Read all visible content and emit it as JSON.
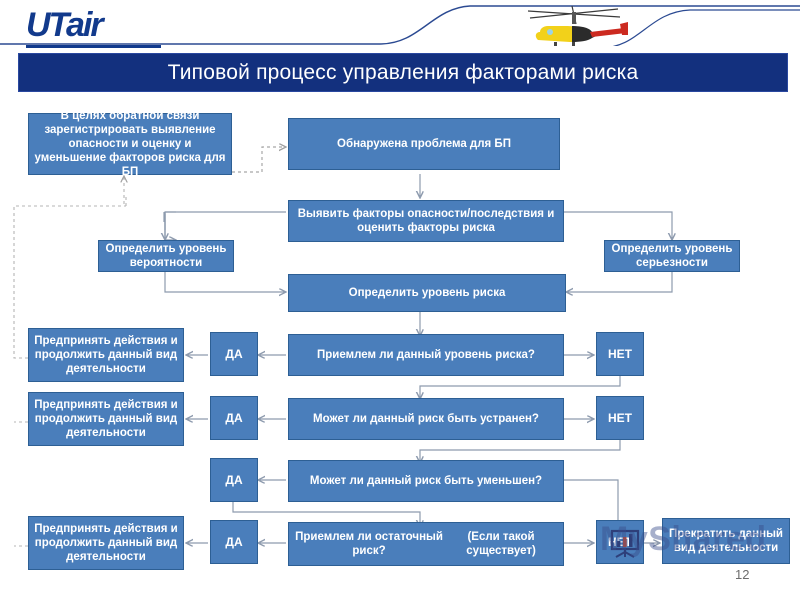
{
  "header": {
    "logo_text": "UTair",
    "logo_icon": "utair-logo",
    "helicopter_icon": "helicopter-image",
    "title": "Типовой процесс управления факторами риска"
  },
  "flow": {
    "feedback_box": "В целях обратной связи зарегистрировать выявление опасности и оценку и уменьшение факторов риска для БП",
    "problem_box": "Обнаружена проблема для БП",
    "identify_box": "Выявить факторы опасности/последствия и оценить факторы риска",
    "probability_box": "Определить уровень вероятности",
    "severity_box": "Определить уровень серьезности",
    "risk_level_box": "Определить уровень риска",
    "terminate_box": "Прекратить данный вид деятельности",
    "yes_label": "ДА",
    "no_label": "НЕТ",
    "action_box": "Предпринять действия и продолжить данный вид деятельности",
    "questions": [
      "Приемлем ли данный уровень риска?",
      "Может ли данный риск быть устранен?",
      "Может ли данный риск быть уменьшен?",
      "Приемлем ли остаточный риск? (Если такой существует)"
    ],
    "question4_line1": "Приемлем ли остаточный риск?",
    "question4_line2": "(Если такой существует)"
  },
  "actions": [
    "Предпринять действия и продолжить данный вид деятельности",
    "Предпринять действия и продолжить данный вид деятельности",
    "Предпринять действия и продолжить данный вид деятельности"
  ],
  "yes_labels": [
    "ДА",
    "ДА",
    "ДА",
    "ДА"
  ],
  "no_labels": [
    "НЕТ",
    "НЕТ",
    "НЕТ"
  ],
  "watermark": {
    "text": "MyShared",
    "icon": "myshared-chart-icon"
  },
  "footer": {
    "page_number": "12"
  },
  "colors": {
    "box_fill": "#4a7ebb",
    "box_border": "#2d5f94",
    "title_bar": "#13307e",
    "logo_blue": "#123a8c",
    "connector": "#9aa7b8"
  }
}
